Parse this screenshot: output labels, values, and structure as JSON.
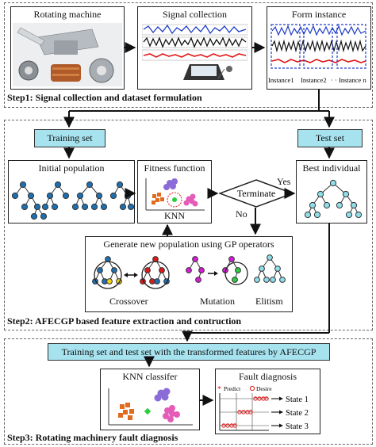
{
  "step1": {
    "label": "Step1:  Signal collection and dataset formulation",
    "rotating_machine": "Rotating machine",
    "signal_collection": "Signal collection",
    "form_instance": "Form instance",
    "instance_labels": {
      "i1": "Instance1",
      "i2": "Instance2",
      "dots": "· · ·",
      "in": "Instance n"
    }
  },
  "step2": {
    "label": "Step2:  AFECGP based feature extraction and contruction",
    "training_set": "Training set",
    "test_set": "Test set",
    "initial_population": "Initial population",
    "fitness_function": "Fitness function",
    "knn": "KNN",
    "terminate": "Terminate",
    "yes": "Yes",
    "no": "No",
    "best_individual": "Best individual",
    "generate": "Generate new population using GP operators",
    "crossover": "Crossover",
    "mutation": "Mutation",
    "elitism": "Elitism"
  },
  "step3": {
    "label": "Step3:  Rotating machinery fault diagnosis",
    "banner": "Training set and test set with the transformed features by AFECGP",
    "knn_classifier": "KNN classifer",
    "fault_diagnosis": "Fault diagnosis",
    "predict": "Predict",
    "desire": "Desire",
    "state1": "State 1",
    "state2": "State 2",
    "state3": "State 3"
  },
  "colors": {
    "cyan": "#a6e3ef",
    "tree_node": "#1f6fb0",
    "signal_blue": "#1e3cc8",
    "signal_red": "#e01818"
  }
}
